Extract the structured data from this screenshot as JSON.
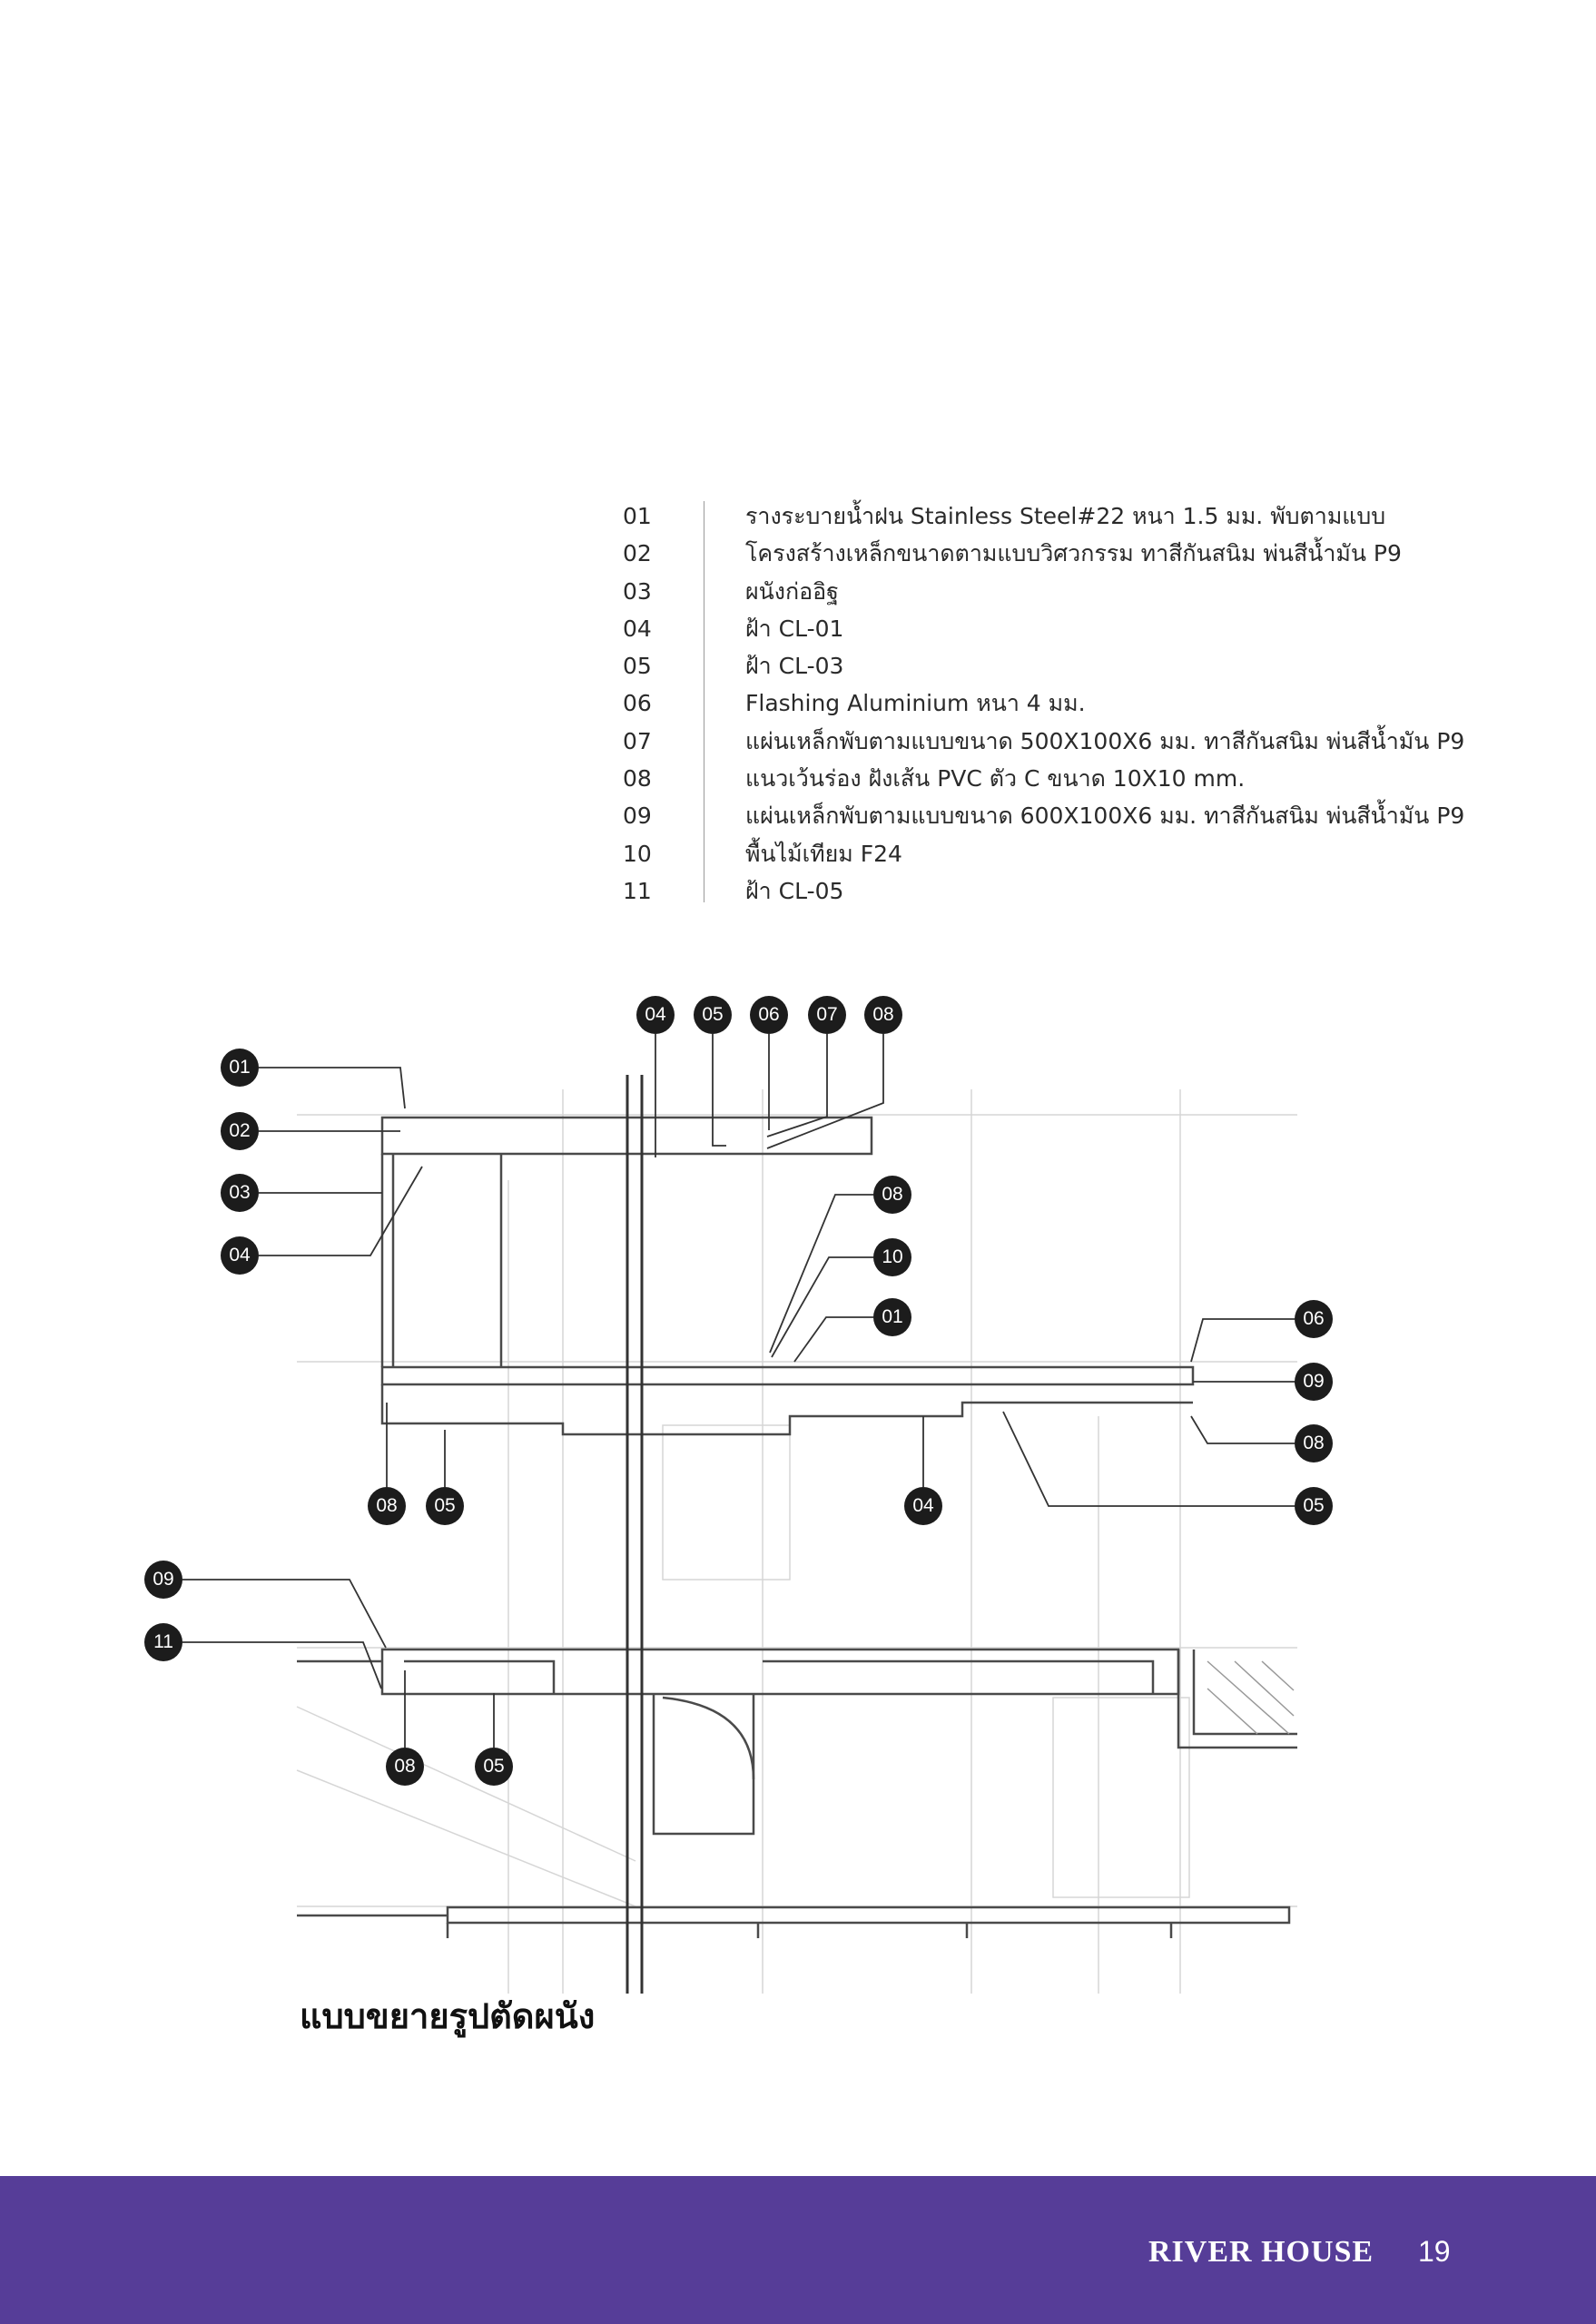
{
  "legend": [
    {
      "num": "01",
      "text": "รางระบายน้ำฝน Stainless Steel#22 หนา 1.5 มม. พับตามแบบ"
    },
    {
      "num": "02",
      "text": "โครงสร้างเหล็กขนาดตามแบบวิศวกรรม ทาสีกันสนิม พ่นสีน้ำมัน P9"
    },
    {
      "num": "03",
      "text": "ผนังก่ออิฐ"
    },
    {
      "num": "04",
      "text": "ฝ้า CL-01"
    },
    {
      "num": "05",
      "text": "ฝ้า CL-03"
    },
    {
      "num": "06",
      "text": "Flashing Aluminium หนา 4 มม."
    },
    {
      "num": "07",
      "text": "แผ่นเหล็กพับตามแบบขนาด 500X100X6 มม. ทาสีกันสนิม พ่นสีน้ำมัน P9"
    },
    {
      "num": "08",
      "text": "แนวเว้นร่อง ฝังเส้น PVC ตัว C ขนาด 10X10 mm."
    },
    {
      "num": "09",
      "text": "แผ่นเหล็กพับตามแบบขนาด 600X100X6 มม. ทาสีกันสนิม พ่นสีน้ำมัน P9"
    },
    {
      "num": "10",
      "text": "พื้นไม้เทียม F24"
    },
    {
      "num": "11",
      "text": "ฝ้า CL-05"
    }
  ],
  "callouts": {
    "top": [
      "04",
      "05",
      "06",
      "07",
      "08"
    ],
    "left_upper": [
      "01",
      "02",
      "03",
      "04"
    ],
    "middle": [
      "08",
      "10",
      "01"
    ],
    "right": [
      "06",
      "09",
      "08",
      "05"
    ],
    "below_upper": [
      "08",
      "05",
      "04"
    ],
    "left_lower": [
      "09",
      "11"
    ],
    "below_lower": [
      "08",
      "05"
    ]
  },
  "title": "แบบขยายรูปตัดผนัง",
  "footer": {
    "brand": "RIVER HOUSE",
    "page": "19",
    "color": "#563d98"
  }
}
